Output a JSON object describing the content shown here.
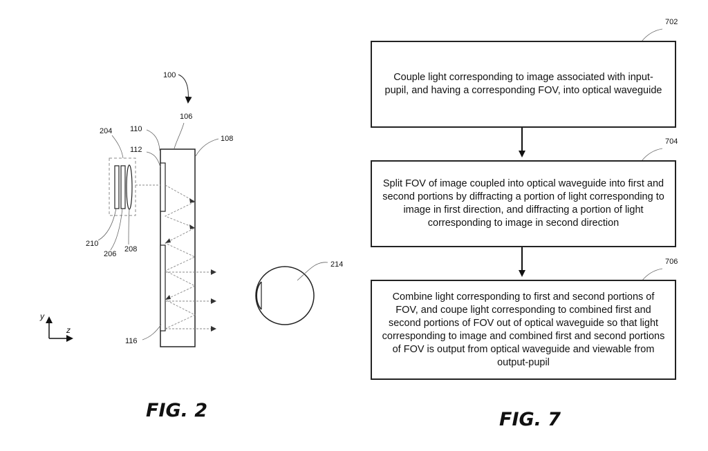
{
  "fig2": {
    "caption": "FIG. 2",
    "refs": {
      "r100": "100",
      "r106": "106",
      "r108": "108",
      "r110": "110",
      "r112": "112",
      "r204": "204",
      "r210": "210",
      "r206": "206",
      "r208": "208",
      "r214": "214",
      "r116": "116"
    },
    "axes": {
      "y": "y",
      "z": "z"
    }
  },
  "fig7": {
    "caption": "FIG. 7",
    "steps": [
      {
        "ref": "702",
        "text": "Couple light corresponding to image associated with input-pupil, and having a corresponding FOV, into optical waveguide"
      },
      {
        "ref": "704",
        "text": "Split FOV of image coupled into optical waveguide into first and second portions by diffracting a portion of light corresponding to image in first direction, and diffracting a portion of light corresponding to image in second direction"
      },
      {
        "ref": "706",
        "text": "Combine light corresponding to first and second portions of FOV, and coupe light corresponding to combined first and second portions of FOV out of optical waveguide so that light corresponding to image and combined first and second portions of FOV is output from optical waveguide and viewable from output-pupil"
      }
    ]
  }
}
